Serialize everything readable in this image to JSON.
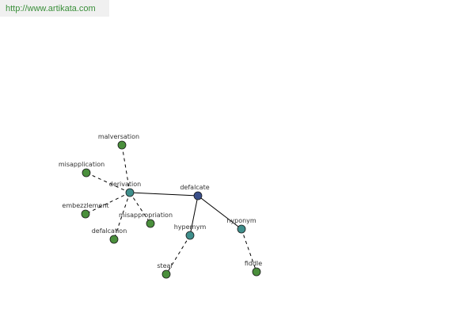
{
  "source_url": "http://www.artikata.com",
  "graph": {
    "colors": {
      "central": "#3a4f8a",
      "relation": "#3f8f8c",
      "leaf": "#4a8f3c",
      "edge": "#000000"
    },
    "nodes": [
      {
        "id": "defalcate",
        "label": "defalcate",
        "kind": "central"
      },
      {
        "id": "derivation",
        "label": "derivation",
        "kind": "relation"
      },
      {
        "id": "hypernym",
        "label": "hypernym",
        "kind": "relation"
      },
      {
        "id": "hyponym",
        "label": "hyponym",
        "kind": "relation"
      },
      {
        "id": "malversation",
        "label": "malversation",
        "kind": "leaf"
      },
      {
        "id": "misapplication",
        "label": "misapplication",
        "kind": "leaf"
      },
      {
        "id": "embezzlement",
        "label": "embezzlement",
        "kind": "leaf"
      },
      {
        "id": "defalcation",
        "label": "defalcation",
        "kind": "leaf"
      },
      {
        "id": "misappropriation",
        "label": "misappropriation",
        "kind": "leaf"
      },
      {
        "id": "steal",
        "label": "steal",
        "kind": "leaf"
      },
      {
        "id": "fiddle",
        "label": "fiddle",
        "kind": "leaf"
      }
    ],
    "edges": [
      {
        "from": "defalcate",
        "to": "derivation",
        "style": "solid"
      },
      {
        "from": "defalcate",
        "to": "hypernym",
        "style": "solid"
      },
      {
        "from": "defalcate",
        "to": "hyponym",
        "style": "solid"
      },
      {
        "from": "derivation",
        "to": "malversation",
        "style": "dashed"
      },
      {
        "from": "derivation",
        "to": "misapplication",
        "style": "dashed"
      },
      {
        "from": "derivation",
        "to": "embezzlement",
        "style": "dashed"
      },
      {
        "from": "derivation",
        "to": "defalcation",
        "style": "dashed"
      },
      {
        "from": "derivation",
        "to": "misappropriation",
        "style": "dashed"
      },
      {
        "from": "hypernym",
        "to": "steal",
        "style": "dashed"
      },
      {
        "from": "hyponym",
        "to": "fiddle",
        "style": "dashed"
      }
    ]
  }
}
